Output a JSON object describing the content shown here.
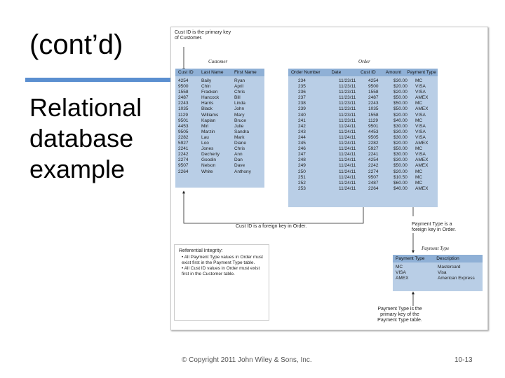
{
  "slide": {
    "title": "(cont’d)",
    "subtitle": "Relational database example",
    "accent_color": "#5b8fd0"
  },
  "figure": {
    "notes": {
      "cust_pk": "Cust ID is the primary key of Customer.",
      "cust_fk": "Cust ID is a foreign key in Order.",
      "pay_fk": "Payment Type is a foreign key in Order.",
      "pay_pk": "Payment Type is the primary key of the Payment Type table."
    },
    "customer": {
      "caption": "Customer",
      "columns": [
        "Cust ID",
        "Last Name",
        "First Name"
      ],
      "rows": [
        [
          "4254",
          "Baily",
          "Ryan"
        ],
        [
          "9500",
          "Chin",
          "April"
        ],
        [
          "1558",
          "Fracken",
          "Chris"
        ],
        [
          "2487",
          "Hancock",
          "Bill"
        ],
        [
          "2243",
          "Harris",
          "Linda"
        ],
        [
          "1035",
          "Black",
          "John"
        ],
        [
          "1129",
          "Williams",
          "Mary"
        ],
        [
          "9501",
          "Kaplan",
          "Bruce"
        ],
        [
          "4453",
          "Miri",
          "Julie"
        ],
        [
          "9505",
          "Marzin",
          "Sandra"
        ],
        [
          "2282",
          "Lau",
          "Mark"
        ],
        [
          "5927",
          "Loo",
          "Diane"
        ],
        [
          "2241",
          "Jones",
          "Chris"
        ],
        [
          "2242",
          "Decherty",
          "Ann"
        ],
        [
          "2274",
          "Goodin",
          "Dan"
        ],
        [
          "9507",
          "Nelson",
          "Dave"
        ],
        [
          "2264",
          "White",
          "Anthony"
        ]
      ]
    },
    "order": {
      "caption": "Order",
      "columns": [
        "Order Number",
        "Date",
        "Cust ID",
        "Amount",
        "Payment Type"
      ],
      "rows": [
        [
          "234",
          "11/23/11",
          "4254",
          "$30.00",
          "MC"
        ],
        [
          "235",
          "11/23/11",
          "9500",
          "$20.00",
          "VISA"
        ],
        [
          "236",
          "11/23/11",
          "1558",
          "$20.00",
          "VISA"
        ],
        [
          "237",
          "11/23/11",
          "2487",
          "$50.00",
          "AMEX"
        ],
        [
          "238",
          "11/23/11",
          "2243",
          "$50.00",
          "MC"
        ],
        [
          "239",
          "11/23/11",
          "1035",
          "$50.00",
          "AMEX"
        ],
        [
          "240",
          "11/23/11",
          "1558",
          "$20.00",
          "VISA"
        ],
        [
          "241",
          "11/23/11",
          "1129",
          "$40.00",
          "MC"
        ],
        [
          "242",
          "11/24/11",
          "9501",
          "$30.00",
          "VISA"
        ],
        [
          "243",
          "11/24/11",
          "4453",
          "$30.00",
          "VISA"
        ],
        [
          "244",
          "11/24/11",
          "9505",
          "$30.00",
          "VISA"
        ],
        [
          "245",
          "11/24/11",
          "2282",
          "$20.00",
          "AMEX"
        ],
        [
          "246",
          "11/24/11",
          "5927",
          "$50.00",
          "MC"
        ],
        [
          "247",
          "11/24/11",
          "2241",
          "$30.00",
          "VISA"
        ],
        [
          "248",
          "11/24/11",
          "4254",
          "$30.00",
          "AMEX"
        ],
        [
          "249",
          "11/24/11",
          "2242",
          "$50.00",
          "AMEX"
        ],
        [
          "250",
          "11/24/11",
          "2274",
          "$20.00",
          "MC"
        ],
        [
          "251",
          "11/24/11",
          "9507",
          "$10.50",
          "MC"
        ],
        [
          "252",
          "11/24/11",
          "2487",
          "$60.00",
          "MC"
        ],
        [
          "253",
          "11/24/11",
          "2264",
          "$40.00",
          "AMEX"
        ]
      ]
    },
    "payment_type": {
      "caption": "Payment Type",
      "columns": [
        "Payment Type",
        "Description"
      ],
      "rows": [
        [
          "MC",
          "Mastercard"
        ],
        [
          "VISA",
          "Visa"
        ],
        [
          "AMEX",
          "American Express"
        ]
      ]
    },
    "referential_integrity": {
      "title": "Referential Integrity:",
      "items": [
        "• All Payment Type values in Order must exist first in the Payment Type table.",
        "• All Cust ID values in Order must exist first in the Customer table."
      ]
    }
  },
  "footer": {
    "copyright": "© Copyright 2011 John Wiley & Sons, Inc.",
    "page": "10-13"
  }
}
